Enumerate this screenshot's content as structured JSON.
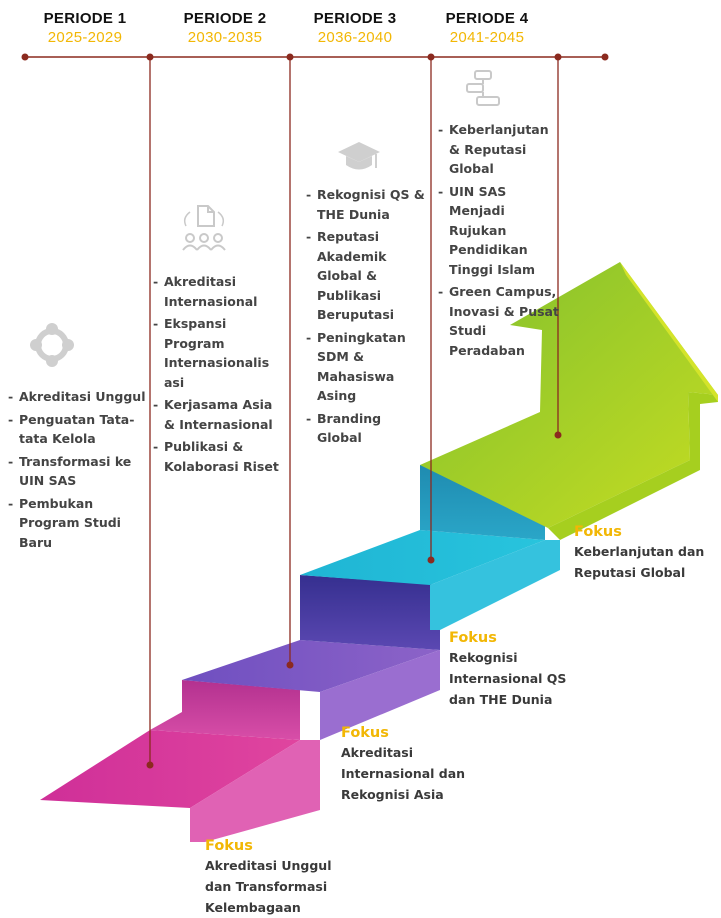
{
  "periods": [
    {
      "title": "PERIODE 1",
      "years": "2025-2029"
    },
    {
      "title": "PERIODE 2",
      "years": "2030-2035"
    },
    {
      "title": "PERIODE 3",
      "years": "2036-2040"
    },
    {
      "title": "PERIODE 4",
      "years": "2041-2045"
    }
  ],
  "bullets": {
    "p1": [
      "Akreditasi Unggul",
      "Penguatan Tata-tata Kelola",
      "Transformasi ke UIN SAS",
      "Pembukan Program Studi Baru"
    ],
    "p2": [
      "Akreditasi Internasional",
      "Ekspansi Program Internasionalis asi",
      "Kerjasama Asia & Internasional",
      "Publikasi & Kolaborasi Riset"
    ],
    "p3": [
      "Rekognisi QS & THE Dunia",
      "Reputasi Akademik Global & Publikasi Beruputasi",
      "Peningkatan SDM & Mahasiswa Asing",
      "Branding Global"
    ],
    "p4": [
      "Keberlanjutan & Reputasi Global",
      "UIN SAS Menjadi Rujukan Pendidikan Tinggi Islam",
      "Green Campus, Inovasi & Pusat Studi Peradaban"
    ]
  },
  "focus": [
    {
      "title": "Fokus",
      "text": "Akreditasi Unggul dan Transformasi Kelembagaan"
    },
    {
      "title": "Fokus",
      "text": "Akreditasi Internasional dan Rekognisi Asia"
    },
    {
      "title": "Fokus",
      "text": "Rekognisi Internasional QS dan THE Dunia"
    },
    {
      "title": "Fokus",
      "text": "Keberlanjutan dan Reputasi Global"
    }
  ],
  "icons": {
    "p1": "ring-of-people-icon",
    "p2": "document-team-icon",
    "p3": "graduation-cap-icon",
    "p4": "flowchart-icon"
  },
  "colors": {
    "timeline": "#8b2a1f",
    "years": "#f2b705",
    "focus_title": "#f2b705",
    "step1": "#d8329e",
    "step2": "#7b4fc2",
    "step3": "#22b7d6",
    "step4": "#9ccb2a",
    "arrow": "#c5dc22"
  }
}
